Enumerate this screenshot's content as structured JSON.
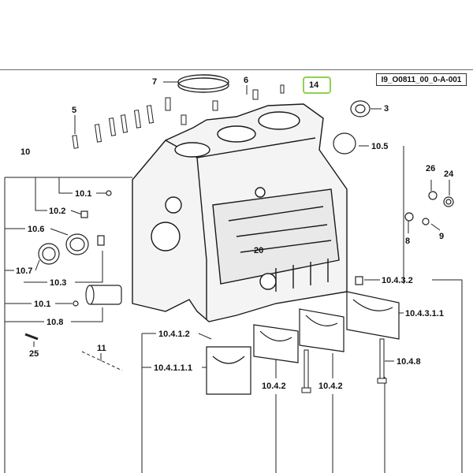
{
  "reference_code": "I9_O0811_00_0-A-001",
  "highlight_color": "#8fd14f",
  "labels": {
    "l7": "7",
    "l6": "6",
    "l14": "14",
    "l5": "5",
    "l3": "3",
    "l10": "10",
    "l10_5": "10.5",
    "l10_1a": "10.1",
    "l26": "26",
    "l24": "24",
    "l10_2": "10.2",
    "l8": "8",
    "l9": "9",
    "l10_6": "10.6",
    "l20": "20",
    "l10_7": "10.7",
    "l10_3": "10.3",
    "l10_4_3_2": "10.4.3.2",
    "l10_1b": "10.1",
    "l10_4_3_1_1": "10.4.3.1.1",
    "l10_8": "10.8",
    "l10_4_1_2": "10.4.1.2",
    "l25": "25",
    "l11": "11",
    "l10_4_8": "10.4.8",
    "l10_4_1_1_1": "10.4.1.1.1",
    "l10_4_2a": "10.4.2",
    "l10_4_2b": "10.4.2"
  }
}
